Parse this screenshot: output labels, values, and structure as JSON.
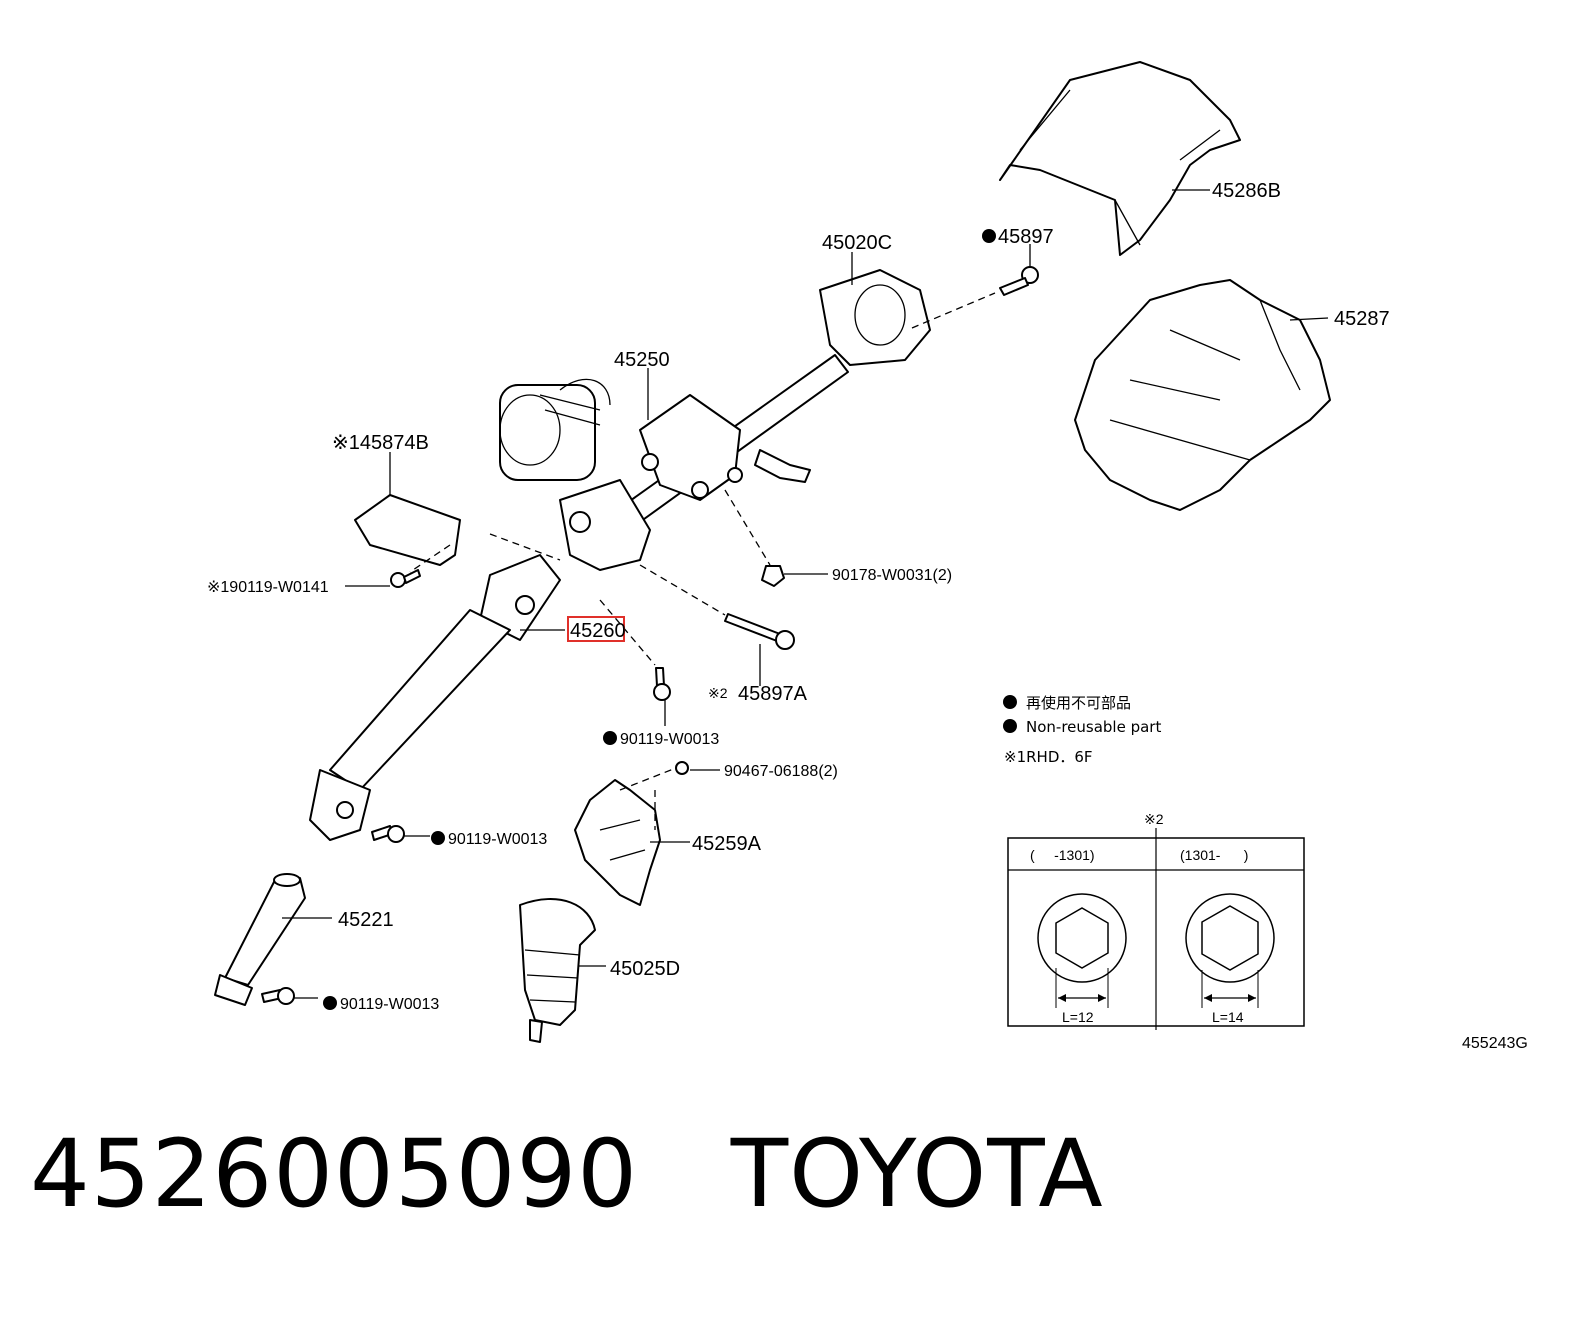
{
  "part_labels": {
    "p45286B": "45286B",
    "p45897": "45897",
    "p45020C": "45020C",
    "p45287": "45287",
    "p45250": "45250",
    "p145874B": "※145874B",
    "p90178": "90178-W0031(2)",
    "p190119": "※190119-W0141",
    "p45260": "45260",
    "p45897A": "45897A",
    "p45897A_mark": "※2",
    "p90119_a": "90119-W0013",
    "p90467": "90467-06188(2)",
    "p90119_b": "90119-W0013",
    "p45259A": "45259A",
    "p45221": "45221",
    "p45025D": "45025D",
    "p90119_c": "90119-W0013"
  },
  "legend": {
    "jp": "再使用不可部品",
    "en": "Non-reusable part",
    "note1": "※1RHD．6F"
  },
  "inset": {
    "mark": "※2",
    "left_header": "(     -1301)",
    "right_header": "(1301-      )",
    "left_dim": "L=12",
    "right_dim": "L=14"
  },
  "diagram_id": "455243G",
  "footer": {
    "part_number": "4526005090",
    "brand": "TOYOTA"
  },
  "colors": {
    "highlight": "#e0302a",
    "ink": "#000000"
  }
}
